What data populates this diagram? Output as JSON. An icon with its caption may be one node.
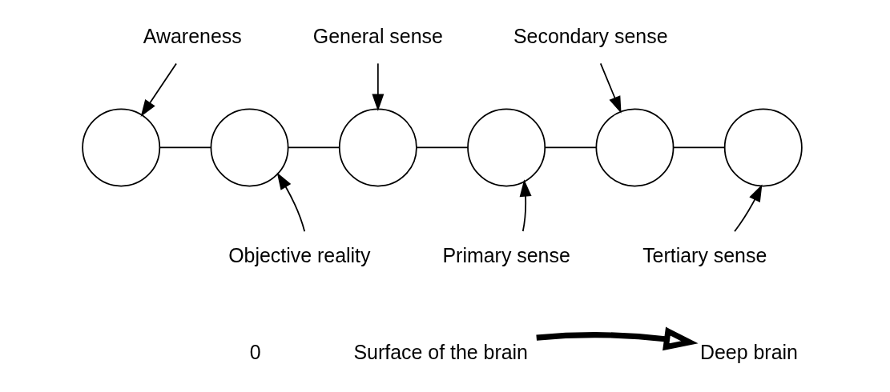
{
  "diagram": {
    "nodes": [
      {
        "text": [],
        "shape": "circle"
      },
      {
        "text": [],
        "shape": "circle"
      },
      {
        "text": [],
        "shape": "circle"
      },
      {
        "text": [],
        "shape": "circle"
      },
      {
        "text": [],
        "shape": "circle"
      },
      {
        "text": [],
        "shape": "circle"
      },
      {
        "text": [
          "Awareness"
        ]
      },
      {
        "text": [
          "Objective reality"
        ]
      },
      {
        "text": [
          "General sense"
        ]
      },
      {
        "text": [
          "Primary sense"
        ]
      },
      {
        "text": [
          "Secondary sense"
        ]
      },
      {
        "text": [
          "Tertiary sense"
        ]
      },
      {
        "text": [
          "Surface of the brain"
        ]
      },
      {
        "text": [
          "Deep brain"
        ]
      }
    ],
    "edges": [
      {
        "from": 0,
        "to": 1,
        "arrow": "none"
      },
      {
        "from": 1,
        "to": 2,
        "arrow": "none"
      },
      {
        "from": 2,
        "to": 3,
        "arrow": "none"
      },
      {
        "from": 3,
        "to": 4,
        "arrow": "none"
      },
      {
        "from": 4,
        "to": 5,
        "arrow": "none"
      },
      {
        "from": 6,
        "to": 0,
        "arrow": "to"
      },
      {
        "from": 7,
        "to": 1,
        "arrow": "to"
      },
      {
        "from": 8,
        "to": 2,
        "arrow": "to"
      },
      {
        "from": 9,
        "to": 3,
        "arrow": "to"
      },
      {
        "from": 10,
        "to": 4,
        "arrow": "to"
      },
      {
        "from": 11,
        "to": 5,
        "arrow": "to"
      },
      {
        "from": 12,
        "to": 13,
        "arrow": "to",
        "style": "thick"
      }
    ],
    "labels": [
      "0"
    ]
  }
}
